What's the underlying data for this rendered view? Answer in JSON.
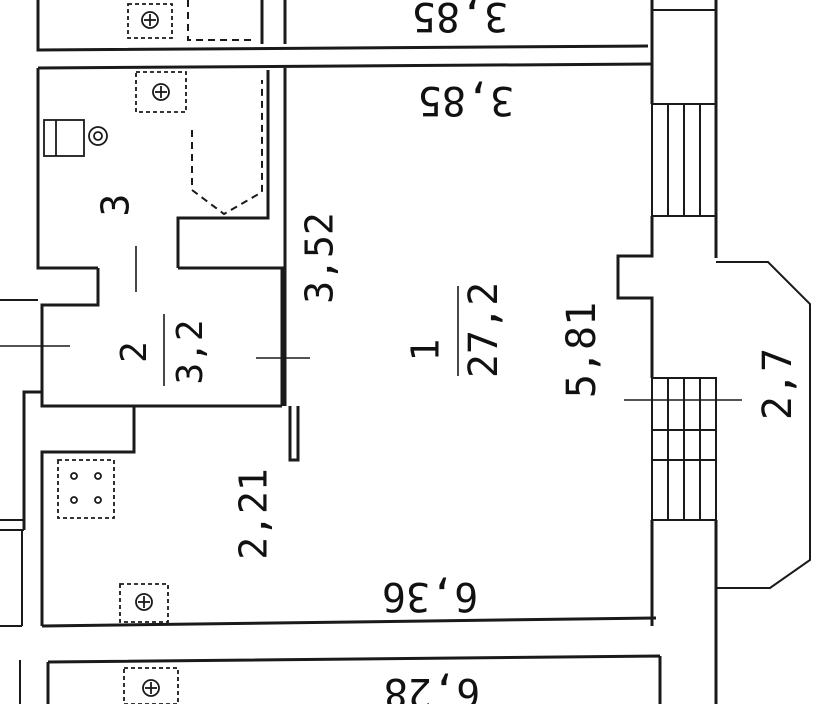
{
  "floor_plan": {
    "labels": {
      "top_neighbor_width": "3,85",
      "room1_width_top": "3,85",
      "room1_height": "5,81",
      "room1_number": "1",
      "room1_area": "27,2",
      "room1_width_bottom": "6,36",
      "room1_lower_height": "2,21",
      "room2_number": "2",
      "room2_area": "3,2",
      "room3_number": "3",
      "room3_height": "3,52",
      "balcony_size": "2,7",
      "bottom_neighbor_width": "6,28"
    },
    "icons": [
      "ceiling-vent-icon",
      "water-heater-icon",
      "stove-icon"
    ],
    "colors": {
      "line": "#1a1a1a",
      "background": "#ffffff"
    }
  }
}
